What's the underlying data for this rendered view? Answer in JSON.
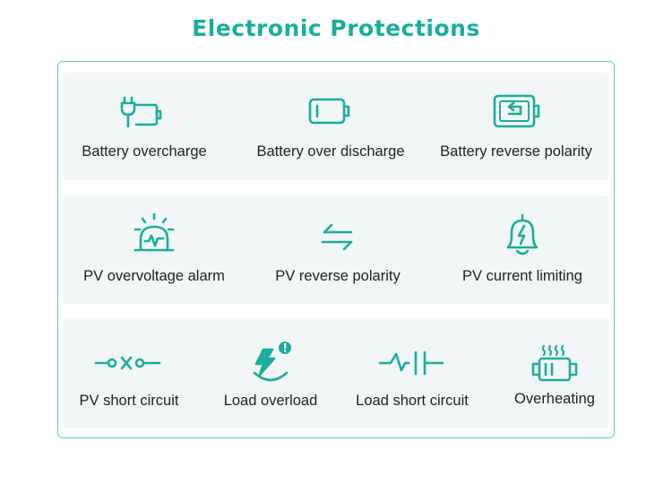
{
  "title": "Electronic Protections",
  "accent_color": "#1aae9e",
  "rows": [
    {
      "items": [
        {
          "label": "Battery overcharge",
          "icon": "battery-charging-icon"
        },
        {
          "label": "Battery over discharge",
          "icon": "battery-low-icon"
        },
        {
          "label": "Battery reverse polarity",
          "icon": "battery-reverse-icon"
        }
      ]
    },
    {
      "items": [
        {
          "label": "PV overvoltage alarm",
          "icon": "alarm-siren-icon"
        },
        {
          "label": "PV reverse polarity",
          "icon": "reverse-arrows-icon"
        },
        {
          "label": "PV current limiting",
          "icon": "bell-lightning-icon"
        }
      ]
    },
    {
      "items": [
        {
          "label": "PV short circuit",
          "icon": "short-circuit-icon"
        },
        {
          "label": "Load overload",
          "icon": "load-overload-icon"
        },
        {
          "label": "Load short circuit",
          "icon": "load-short-circuit-icon"
        },
        {
          "label": "Overheating",
          "icon": "overheating-icon"
        }
      ]
    }
  ]
}
